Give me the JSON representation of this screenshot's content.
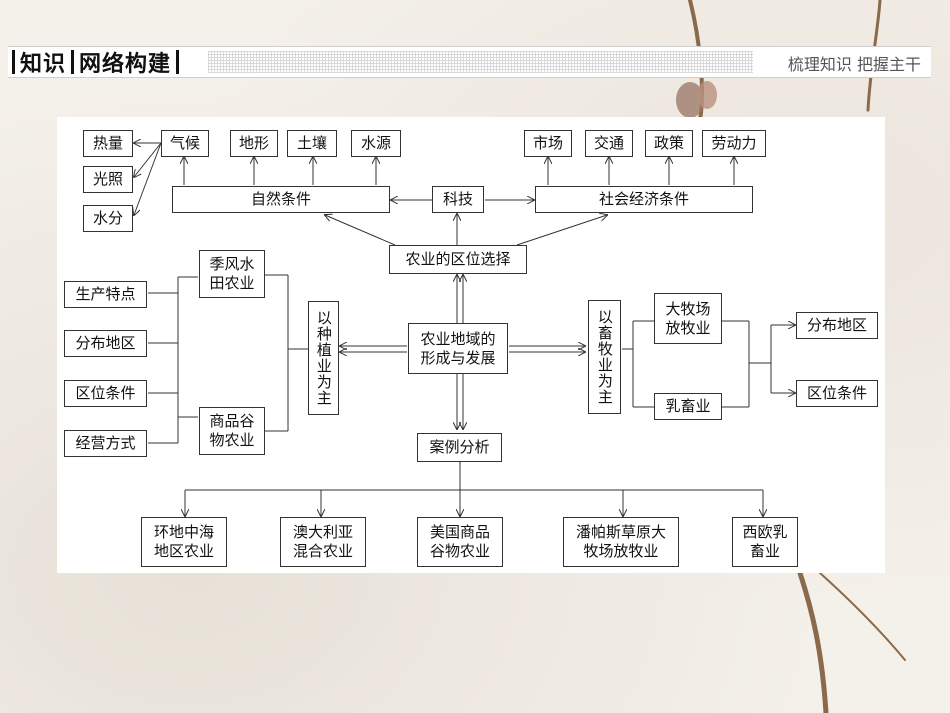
{
  "header": {
    "title_parts": [
      "知识",
      "网络构建"
    ],
    "subtitle": "梳理知识 把握主干"
  },
  "nodes": {
    "heat": "热量",
    "light": "光照",
    "water": "水分",
    "climate": "气候",
    "terrain": "地形",
    "soil": "土壤",
    "water_source": "水源",
    "market": "市场",
    "transport": "交通",
    "policy": "政策",
    "labor": "劳动力",
    "natural": "自然条件",
    "tech": "科技",
    "socio": "社会经济条件",
    "location_choice": "农业的区位选择",
    "production": "生产特点",
    "distribution": "分布地区",
    "location_cond": "区位条件",
    "management": "经营方式",
    "monsoon": "季风水\n田农业",
    "commercial": "商品谷\n物农业",
    "planting": "以种植业为主",
    "center": "农业地域的\n形成与发展",
    "livestock": "以畜牧业为主",
    "ranch": "大牧场\n放牧业",
    "dairy": "乳畜业",
    "distribution_r": "分布地区",
    "location_cond_r": "区位条件",
    "case": "案例分析",
    "case1": "环地中海\n地区农业",
    "case2": "澳大利亚\n混合农业",
    "case3": "美国商品\n谷物农业",
    "case4": "潘帕斯草原大\n牧场放牧业",
    "case5": "西欧乳\n畜业"
  }
}
